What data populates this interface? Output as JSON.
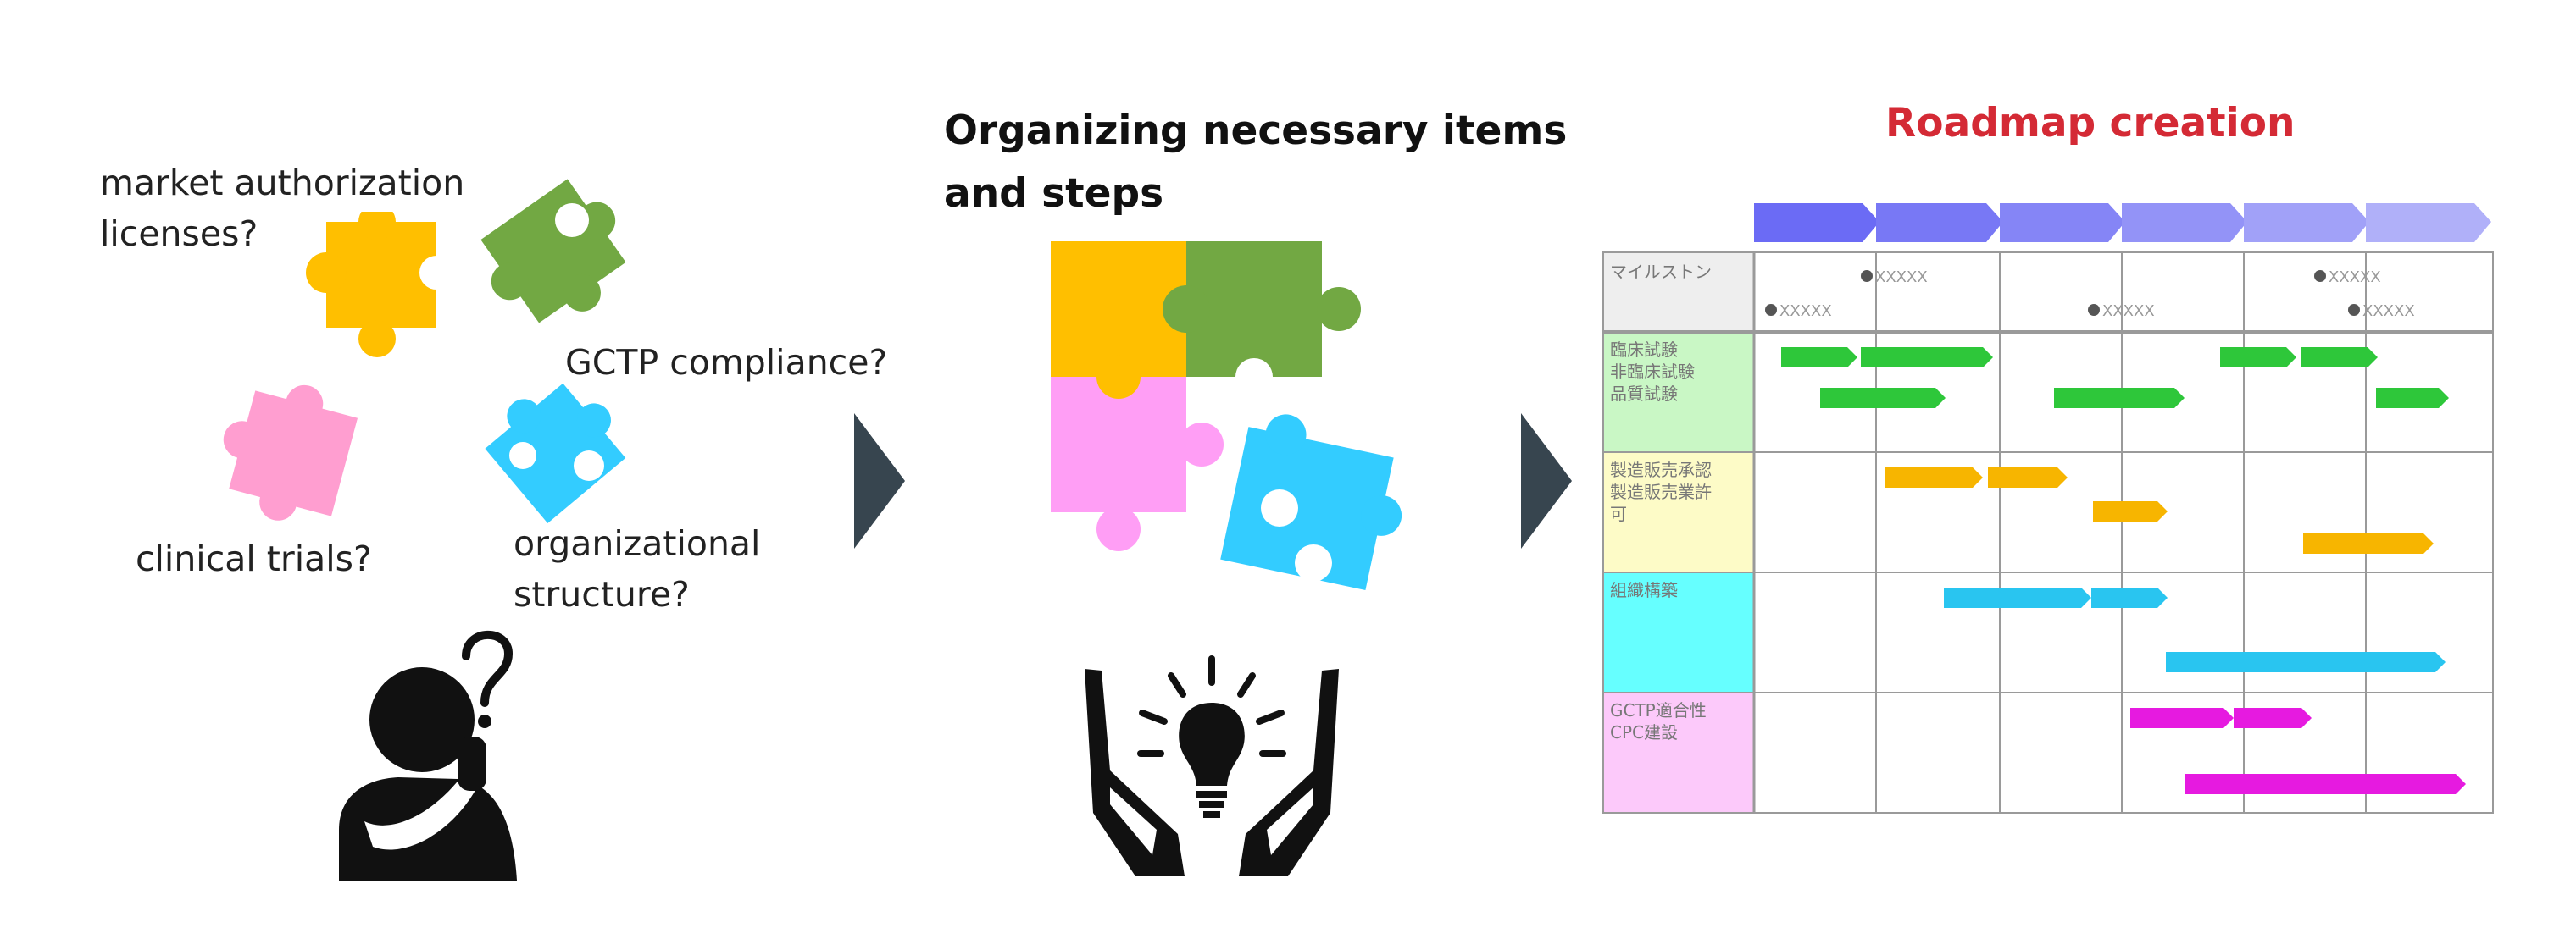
{
  "step1": {
    "questions": {
      "market_authorization": [
        "market authorization",
        "licenses?"
      ],
      "gctp": "GCTP compliance?",
      "clinical": "clinical trials?",
      "organizational": [
        "organizational",
        "structure?"
      ]
    },
    "icon": "thinking-person-icon"
  },
  "step2": {
    "title_lines": [
      "Organizing necessary items",
      "and steps"
    ],
    "icon": "hands-lightbulb-icon"
  },
  "step3": {
    "title": "Roadmap creation",
    "roadmap": {
      "milestone_label": "マイルストン",
      "milestone_marker_text": "XXXXX",
      "rows": [
        {
          "label_lines": [
            "臨床試験",
            "非臨床試験",
            "品質試験"
          ],
          "bg": "#c9f7c5",
          "bar_color": "#2ec73a"
        },
        {
          "label_lines": [
            "製造販売承認",
            "製造販売業許",
            "可"
          ],
          "bg": "#fdfbc7",
          "bar_color": "#f7b500"
        },
        {
          "label_lines": [
            "組織構築"
          ],
          "bg": "#66ffff",
          "bar_color": "#29c5f0"
        },
        {
          "label_lines": [
            "GCTP適合性",
            "CPC建設"
          ],
          "bg": "#fcc9fa",
          "bar_color": "#e61ae0"
        }
      ]
    }
  },
  "colors": {
    "arrow": "#37454f",
    "accent_title": "#d42a35",
    "puzzle_yellow": "#ffbf00",
    "puzzle_green": "#72a843",
    "puzzle_pink": "#ff9ed0",
    "puzzle_blue": "#33ccff",
    "puzzle_violet_pink": "#ff9ef5"
  }
}
